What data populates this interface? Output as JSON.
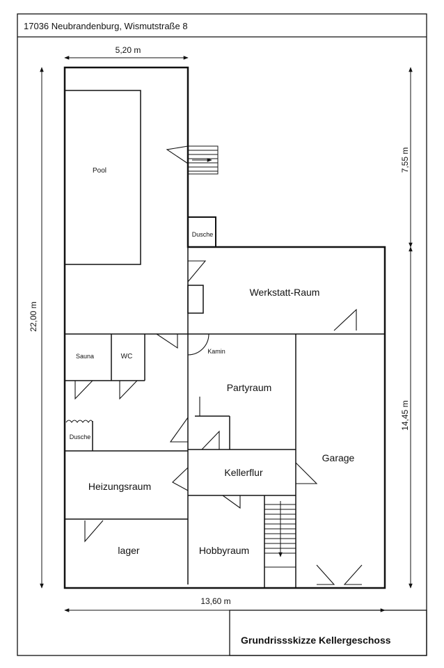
{
  "header": {
    "address": "17036 Neubrandenburg, Wismutstraße 8"
  },
  "footer": {
    "title": "Grundrissskizze Kellergeschoss"
  },
  "dimensions": {
    "top_width": "5,20 m",
    "right_upper": "7,55 m",
    "left_height": "22,00 m",
    "right_lower": "14,45 m",
    "bottom_width": "13,60 m"
  },
  "rooms": {
    "pool": "Pool",
    "dusche_top": "Dusche",
    "werkstatt": "Werkstatt-Raum",
    "sauna": "Sauna",
    "wc": "WC",
    "kamin": "Kamin",
    "partyraum": "Partyraum",
    "dusche_left": "Dusche",
    "garage": "Garage",
    "kellerflur": "Kellerflur",
    "heizungsraum": "Heizungsraum",
    "lager": "lager",
    "hobbyraum": "Hobbyraum"
  },
  "colors": {
    "line": "#111111",
    "background": "#ffffff"
  }
}
